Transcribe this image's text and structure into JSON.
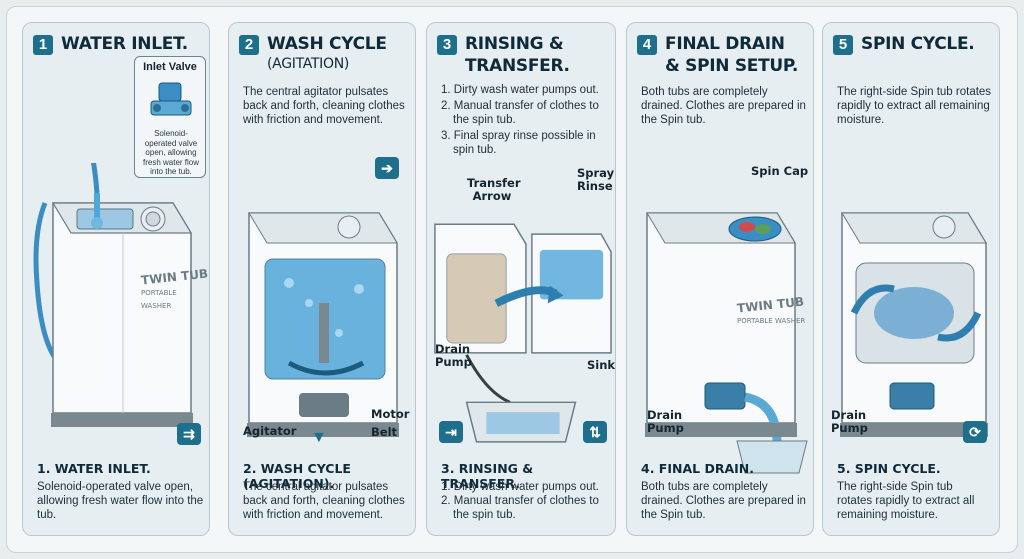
{
  "steps": [
    {
      "num": "1",
      "title": "WATER INLET.",
      "subtitle": "",
      "desc": "",
      "caption_title": "1. WATER INLET.",
      "caption_text": "Solenoid-operated valve open, allowing fresh water flow into the tub.",
      "badge": "⇉"
    },
    {
      "num": "2",
      "title": "WASH CYCLE",
      "subtitle": "(AGITATION)",
      "desc": "The central agitator pulsates back and forth, cleaning clothes with friction and movement.",
      "caption_title": "2. WASH CYCLE (AGITATION).",
      "caption_text": "The central agitator pulsates back and forth, cleaning clothes with friction and movement.",
      "badge": "➔"
    },
    {
      "num": "3",
      "title": "RINSING &",
      "subtitle": "TRANSFER.",
      "desc_list": [
        "1. Dirty wash water pumps out.",
        "2. Manual transfer of clothes to the spin tub.",
        "3. Final spray rinse possible in spin tub."
      ],
      "caption_title": "3. RINSING & TRANSFER.",
      "caption_list": [
        "1. Dirty wash water pumps out.",
        "2. Manual transfer of clothes to the spin tub."
      ],
      "badge_left": "⇥",
      "badge_right": "⇅"
    },
    {
      "num": "4",
      "title": "FINAL DRAIN",
      "subtitle": "& SPIN SETUP.",
      "desc": "Both tubs are completely drained. Clothes are prepared in the Spin tub.",
      "caption_title": "4. FINAL DRAIN.",
      "caption_text": "Both tubs are completely drained. Clothes are prepared in the Spin tub."
    },
    {
      "num": "5",
      "title": "SPIN CYCLE.",
      "subtitle": "",
      "desc": "The right-side Spin tub rotates rapidly to extract all remaining moisture.",
      "caption_title": "5. SPIN CYCLE.",
      "caption_text": "The right-side Spin tub rotates rapidly to extract all remaining moisture.",
      "badge": "⟳"
    }
  ],
  "labels": {
    "inlet_valve": "Inlet Valve",
    "inlet_valve_text": "Solenoid-operated valve open, allowing fresh water flow into the tub.",
    "twin_tub": "TWIN TUB",
    "portable": "PORTABLE WASHER",
    "agitator": "Agitator",
    "motor": "Motor",
    "belt": "Belt",
    "transfer_arrow": "Transfer Arrow",
    "spray_rinse": "Spray Rinse",
    "drain_pump": "Drain Pump",
    "sink": "Sink",
    "spin_cap": "Spin Cap"
  },
  "colors": {
    "accent": "#1d6f8c",
    "water": "#4fa6d8",
    "panel": "#e6eef1"
  }
}
